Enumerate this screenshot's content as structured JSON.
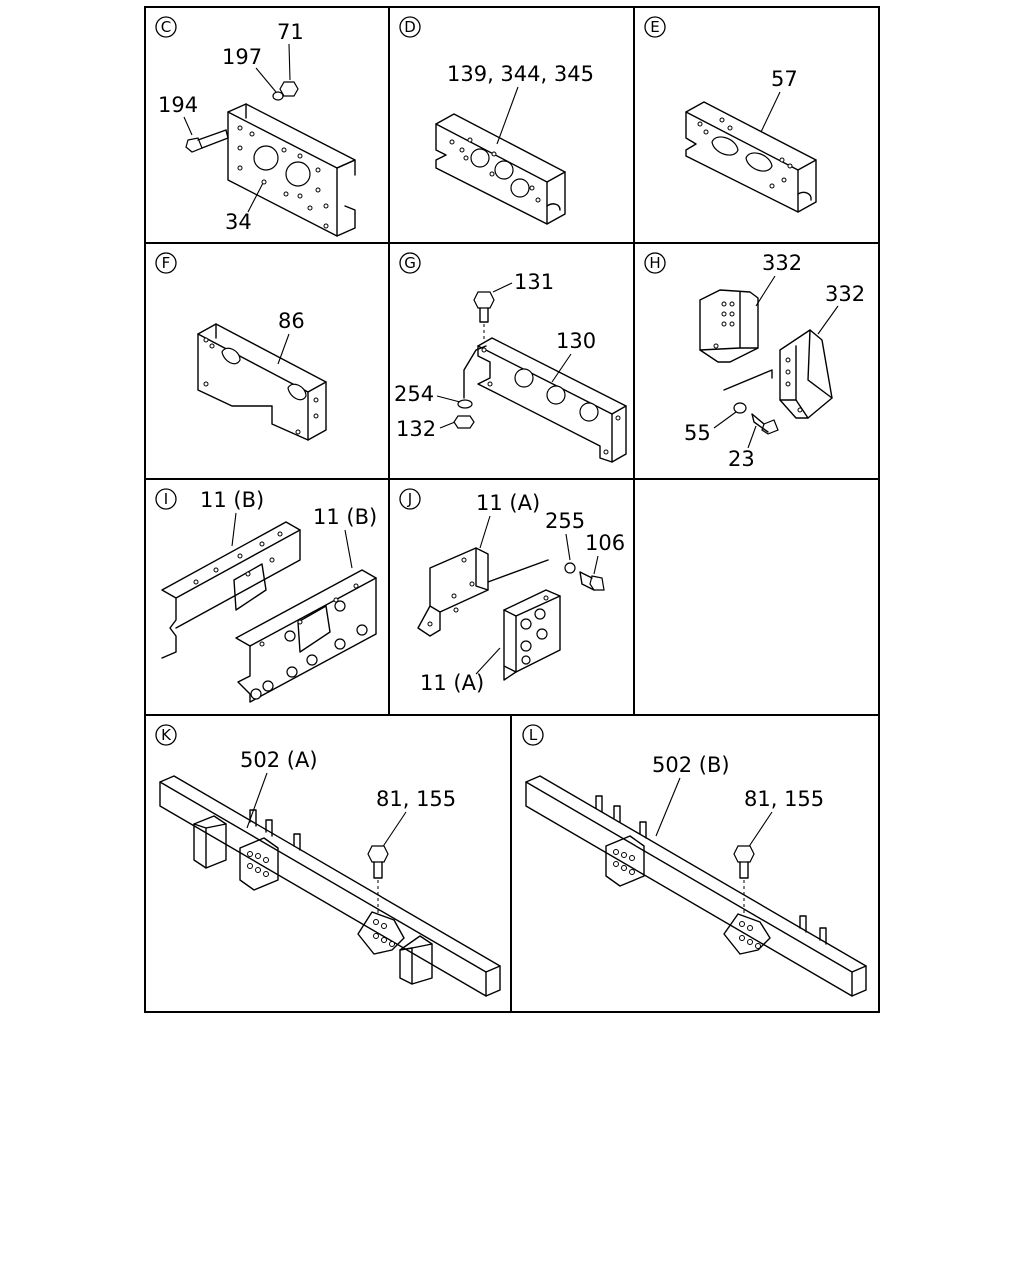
{
  "panels": {
    "C": {
      "letter": "C",
      "labels": [
        "71",
        "197",
        "194",
        "34"
      ]
    },
    "D": {
      "letter": "D",
      "labels": [
        "139, 344, 345"
      ]
    },
    "E": {
      "letter": "E",
      "labels": [
        "57"
      ]
    },
    "F": {
      "letter": "F",
      "labels": [
        "86"
      ]
    },
    "G": {
      "letter": "G",
      "labels": [
        "131",
        "130",
        "254",
        "132"
      ]
    },
    "H": {
      "letter": "H",
      "labels": [
        "332",
        "332",
        "55",
        "23"
      ]
    },
    "I": {
      "letter": "I",
      "labels": [
        "11 (B)",
        "11 (B)"
      ]
    },
    "J": {
      "letter": "J",
      "labels": [
        "11 (A)",
        "255",
        "106",
        "11 (A)"
      ]
    },
    "K": {
      "letter": "K",
      "labels": [
        "502 (A)",
        "81, 155"
      ]
    },
    "L": {
      "letter": "L",
      "labels": [
        "502 (B)",
        "81, 155"
      ]
    }
  },
  "colors": {
    "line": "#000000",
    "background": "#ffffff"
  }
}
